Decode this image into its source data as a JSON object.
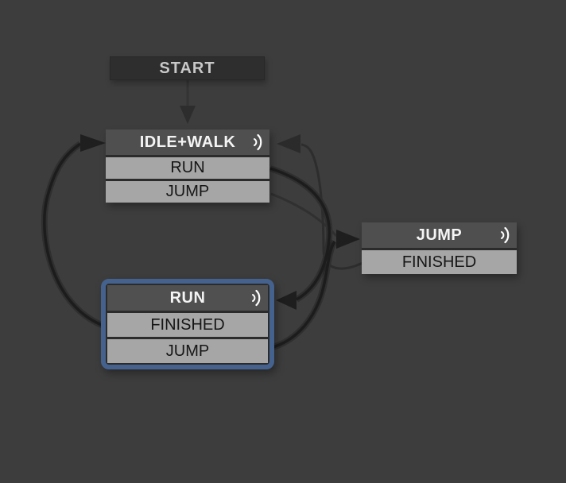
{
  "app": {
    "name": "animation-state-machine-editor"
  },
  "colors": {
    "canvas_bg": "#3d3d3d",
    "node_title_bg": "#4f4f4f",
    "node_row_bg": "#a6a6a6",
    "start_node_bg": "#2e2e2e",
    "selection_outline_blue": "#45628f",
    "edge_dark": "#1c1c1c",
    "edge_medium": "#2d2d2d",
    "edge_light": "#303030",
    "title_text": "#f4f4f4",
    "row_text": "#161616",
    "start_text": "#c8c8c8"
  },
  "nodes": {
    "start": {
      "label": "START"
    },
    "idle_walk": {
      "title": "IDLE+WALK",
      "transitions": [
        "RUN",
        "JUMP"
      ],
      "selected": false,
      "icon": "sound-waves-icon"
    },
    "jump": {
      "title": "JUMP",
      "transitions": [
        "FINISHED"
      ],
      "selected": false,
      "icon": "sound-waves-icon"
    },
    "run": {
      "title": "RUN",
      "transitions": [
        "FINISHED",
        "JUMP"
      ],
      "selected": true,
      "icon": "sound-waves-icon"
    }
  },
  "edges": [
    {
      "from": "START",
      "to": "IDLE+WALK"
    },
    {
      "from": "IDLE+WALK",
      "to": "RUN",
      "condition": "RUN"
    },
    {
      "from": "IDLE+WALK",
      "to": "JUMP",
      "condition": "JUMP"
    },
    {
      "from": "RUN",
      "to": "IDLE+WALK",
      "condition": "FINISHED"
    },
    {
      "from": "RUN",
      "to": "JUMP",
      "condition": "JUMP"
    },
    {
      "from": "JUMP",
      "to": "IDLE+WALK",
      "condition": "FINISHED"
    }
  ]
}
